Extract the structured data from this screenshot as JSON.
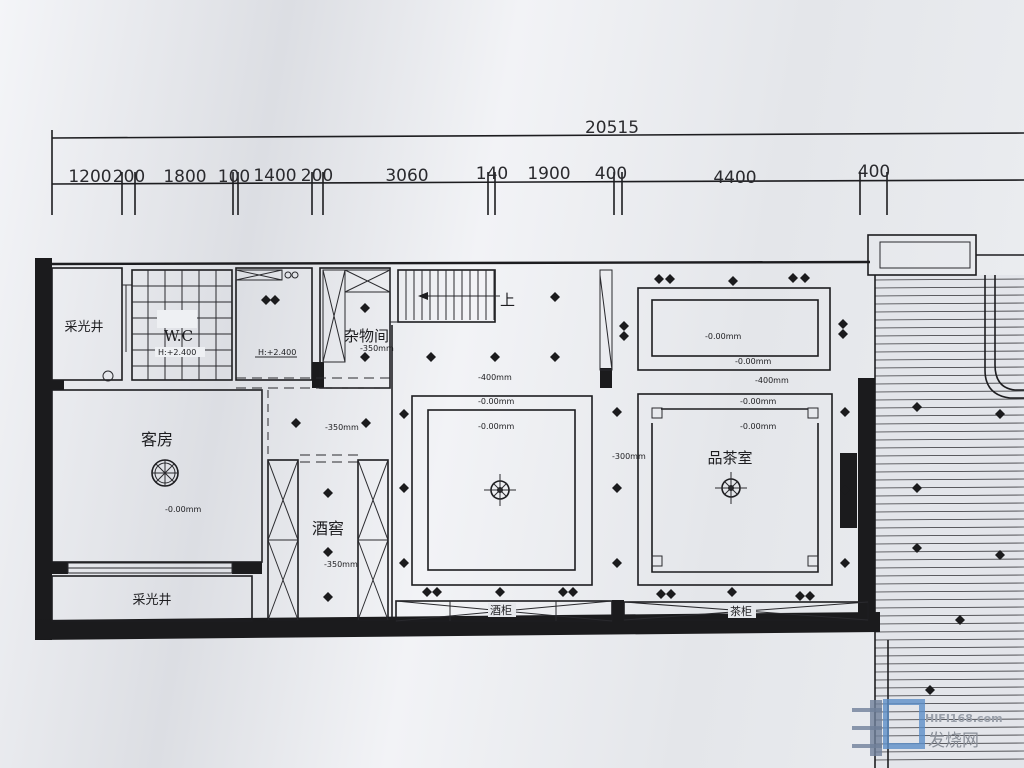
{
  "dimensions": {
    "total": "20515",
    "segments": [
      "1200",
      "200",
      "1800",
      "100",
      "1400",
      "200",
      "3060",
      "140",
      "1900",
      "400",
      "4400",
      "400"
    ]
  },
  "rooms": {
    "lightwell_top": "采光井",
    "wc": "W.C",
    "storage": "杂物间",
    "guest_room": "客房",
    "wine_cellar": "酒窖",
    "tea_room": "品茶室",
    "lightwell_bottom": "采光井",
    "stair_up": "上",
    "wine_cabinet": "酒柜",
    "tea_cabinet": "茶柜"
  },
  "elevations": {
    "wc_height": "H:+2.400",
    "room_height": "H:+2.400",
    "storage": "-350mm",
    "corridor": "-350mm",
    "cellar": "-350mm",
    "guest": "-0.00mm",
    "hall_400": "-400mm",
    "hall_outer": "-0.00mm",
    "hall_inner": "-0.00mm",
    "hall_300": "-300mm",
    "tea_top_inner": "-0.00mm",
    "tea_top_outer": "-0.00mm",
    "tea_400": "-400mm",
    "tea_outer": "-0.00mm",
    "tea_inner": "-0.00mm"
  },
  "watermark": {
    "url": "HIFI168.com",
    "name": "发烧网"
  }
}
